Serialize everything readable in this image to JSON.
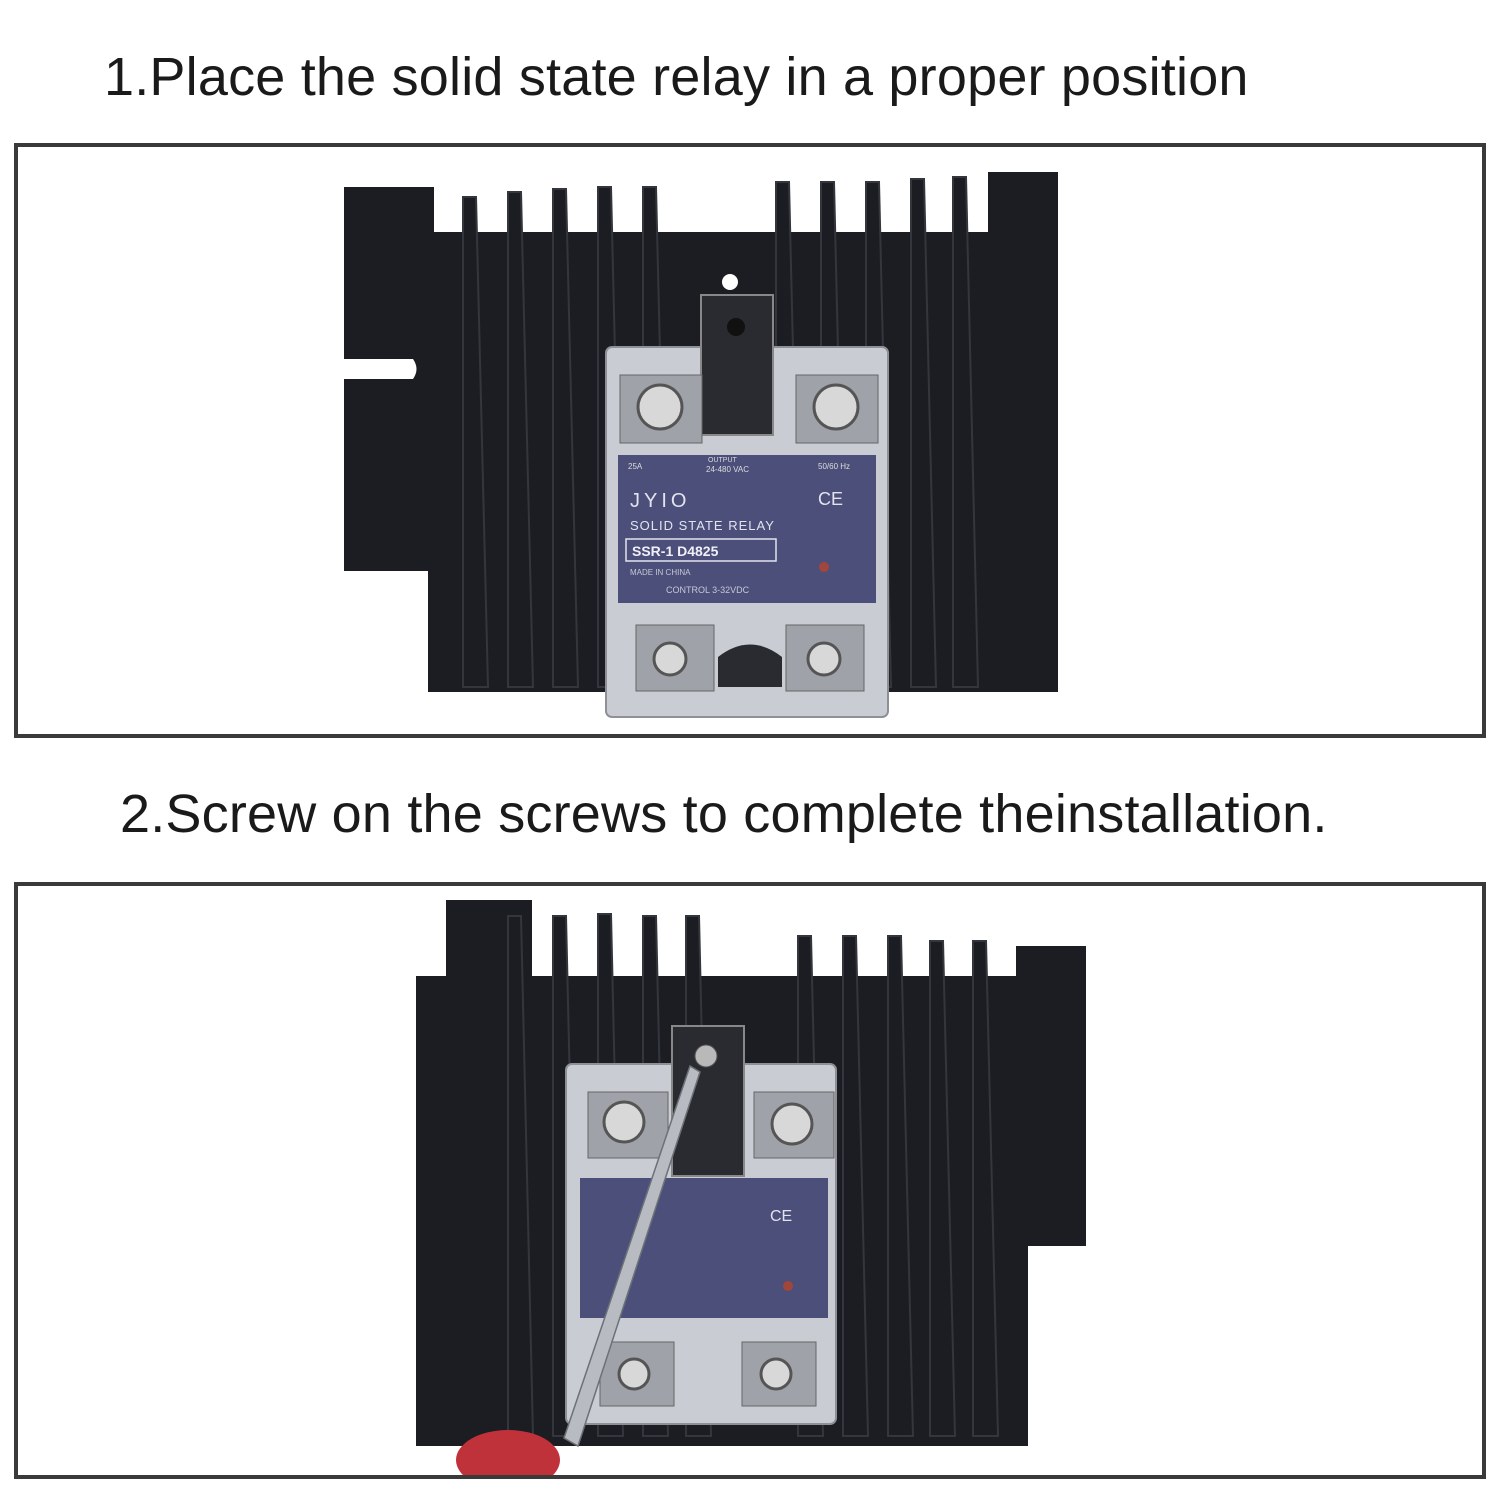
{
  "steps": [
    {
      "title": "1.Place the solid state relay in a proper position"
    },
    {
      "title": "2.Screw on the screws to complete theinstallation."
    }
  ],
  "relay_label": {
    "rating_left": "25A",
    "output": "OUTPUT",
    "rating_mid": "24-480 VAC",
    "rating_right": "50/60 Hz",
    "brand": "JYIO",
    "ce": "CE",
    "type": "SOLID STATE RELAY",
    "model": "SSR-1 D4825",
    "origin": "MADE IN CHINA",
    "control": "CONTROL 3-32VDC"
  },
  "colors": {
    "heatsink": "#1c1d22",
    "fin_edge": "#34363d",
    "label_blue": "#4b4f7a",
    "terminal": "#a9a9a9",
    "handle_red": "#c0323a"
  }
}
